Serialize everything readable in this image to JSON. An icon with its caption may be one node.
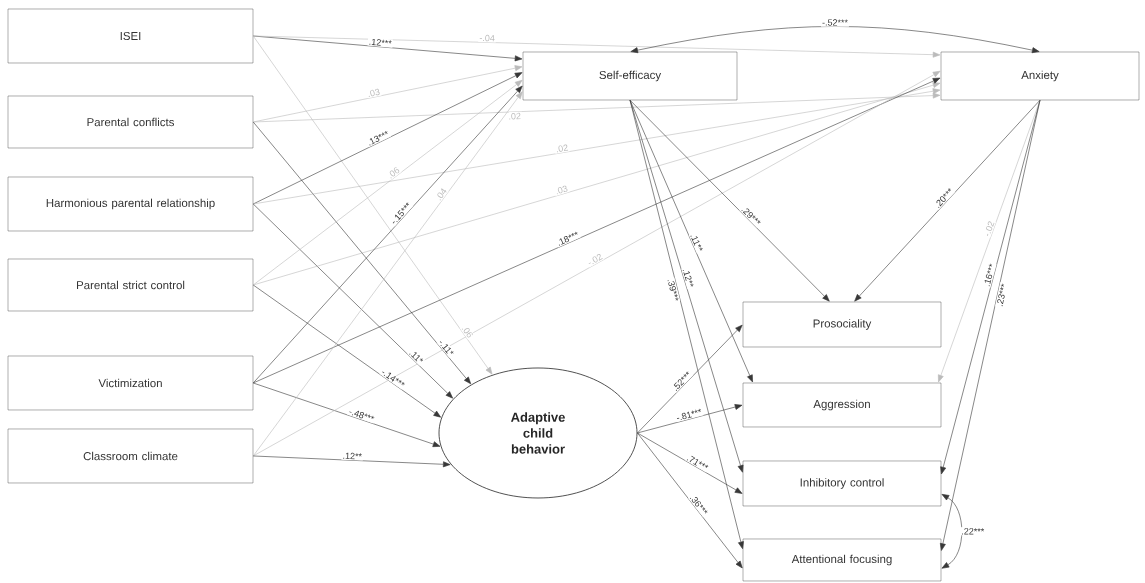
{
  "diagram": {
    "nodes": [
      {
        "text": [
          "ISEI"
        ]
      },
      {
        "text": [
          "Parental conflicts"
        ]
      },
      {
        "text": [
          "Harmonious parental relationship"
        ]
      },
      {
        "text": [
          "Parental strict control"
        ]
      },
      {
        "text": [
          "Victimization"
        ]
      },
      {
        "text": [
          "Classroom climate"
        ]
      },
      {
        "text": [
          "Self-efficacy"
        ]
      },
      {
        "text": [
          "Anxiety"
        ]
      },
      {
        "text": [
          "Adaptive child behavior"
        ]
      },
      {
        "text": [
          "Prosociality"
        ]
      },
      {
        "text": [
          "Aggression"
        ]
      },
      {
        "text": [
          "Inhibitory control"
        ]
      },
      {
        "text": [
          "Attentional focusing"
        ]
      }
    ],
    "edges": [
      {
        "from": 0,
        "to": 6,
        "arrow": "to",
        "label": ".12***"
      },
      {
        "from": 0,
        "to": 7,
        "arrow": "to",
        "label": "-.04",
        "color": "#bbbbbb"
      },
      {
        "from": 0,
        "to": 8,
        "arrow": "to",
        "label": ".06",
        "color": "#bbbbbb"
      },
      {
        "from": 1,
        "to": 6,
        "arrow": "to",
        "label": ".03",
        "color": "#bbbbbb"
      },
      {
        "from": 1,
        "to": 7,
        "arrow": "to",
        "label": ".02",
        "color": "#bbbbbb"
      },
      {
        "from": 1,
        "to": 8,
        "arrow": "to",
        "label": "-.11*"
      },
      {
        "from": 2,
        "to": 6,
        "arrow": "to",
        "label": ".13***"
      },
      {
        "from": 2,
        "to": 7,
        "arrow": "to",
        "label": ".02",
        "color": "#bbbbbb"
      },
      {
        "from": 2,
        "to": 8,
        "arrow": "to",
        "label": ".11*"
      },
      {
        "from": 3,
        "to": 6,
        "arrow": "to",
        "label": ".06",
        "color": "#bbbbbb"
      },
      {
        "from": 3,
        "to": 7,
        "arrow": "to",
        "label": ".03",
        "color": "#bbbbbb"
      },
      {
        "from": 3,
        "to": 8,
        "arrow": "to",
        "label": "-.14***"
      },
      {
        "from": 4,
        "to": 6,
        "arrow": "to",
        "label": "-.15***"
      },
      {
        "from": 4,
        "to": 7,
        "arrow": "to",
        "label": ".18***"
      },
      {
        "from": 4,
        "to": 8,
        "arrow": "to",
        "label": "-.48***"
      },
      {
        "from": 5,
        "to": 6,
        "arrow": "to",
        "label": ".04",
        "color": "#bbbbbb"
      },
      {
        "from": 5,
        "to": 7,
        "arrow": "to",
        "label": "-.02",
        "color": "#bbbbbb"
      },
      {
        "from": 5,
        "to": 8,
        "arrow": "to",
        "label": ".12**"
      },
      {
        "from": 6,
        "to": 7,
        "arrow": "both",
        "label": "-.52***"
      },
      {
        "from": 6,
        "to": 9,
        "arrow": "to",
        "label": ".29***"
      },
      {
        "from": 6,
        "to": 10,
        "arrow": "to",
        "label": ".11**"
      },
      {
        "from": 6,
        "to": 11,
        "arrow": "to",
        "label": ".12**"
      },
      {
        "from": 6,
        "to": 12,
        "arrow": "to",
        "label": ".39***"
      },
      {
        "from": 7,
        "to": 9,
        "arrow": "to",
        "label": ".20***"
      },
      {
        "from": 7,
        "to": 10,
        "arrow": "to",
        "label": "-.02",
        "color": "#bbbbbb"
      },
      {
        "from": 7,
        "to": 11,
        "arrow": "to",
        "label": ".16***"
      },
      {
        "from": 7,
        "to": 12,
        "arrow": "to",
        "label": ".23***"
      },
      {
        "from": 8,
        "to": 9,
        "arrow": "to",
        "label": ".52***"
      },
      {
        "from": 8,
        "to": 10,
        "arrow": "to",
        "label": "-.81***"
      },
      {
        "from": 8,
        "to": 11,
        "arrow": "to",
        "label": ".71***"
      },
      {
        "from": 8,
        "to": 12,
        "arrow": "to",
        "label": ".36***"
      },
      {
        "from": 11,
        "to": 12,
        "arrow": "both",
        "label": ".22***"
      }
    ]
  }
}
